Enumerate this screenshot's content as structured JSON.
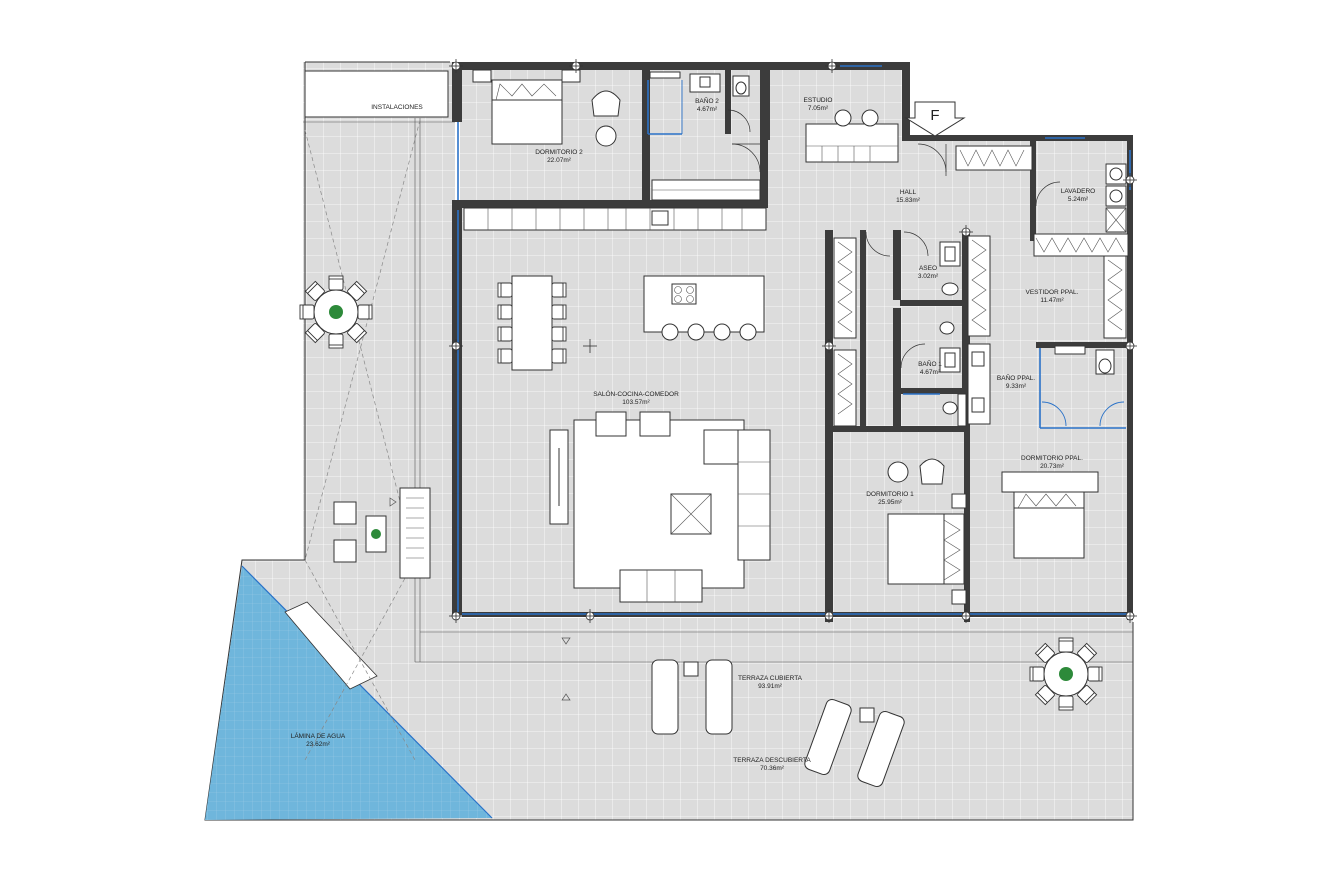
{
  "entry_marker": "F",
  "rooms": {
    "instalaciones": {
      "name": "INSTALACIONES"
    },
    "dormitorio2": {
      "name": "DORMITORIO 2",
      "area": "22.07m²"
    },
    "bano2": {
      "name": "BAÑO 2",
      "area": "4.67m²"
    },
    "estudio": {
      "name": "ESTUDIO",
      "area": "7.05m²"
    },
    "hall": {
      "name": "HALL",
      "area": "15.83m²"
    },
    "lavadero": {
      "name": "LAVADERO",
      "area": "5.24m²"
    },
    "aseo": {
      "name": "ASEO",
      "area": "3.02m²"
    },
    "vestidor": {
      "name": "VESTIDOR PPAL.",
      "area": "11.47m²"
    },
    "bano1": {
      "name": "BAÑO 1",
      "area": "4.67m²"
    },
    "banoppal": {
      "name": "BAÑO PPAL.",
      "area": "9.33m²"
    },
    "salon": {
      "name": "SALÓN-COCINA-COMEDOR",
      "area": "103.57m²"
    },
    "dormitorioppal": {
      "name": "DORMITORIO PPAL.",
      "area": "20.73m²"
    },
    "dormitorio1": {
      "name": "DORMITORIO 1",
      "area": "25.95m²"
    },
    "terraza_cubierta": {
      "name": "TERRAZA CUBIERTA",
      "area": "93.91m²"
    },
    "terraza_descubierta": {
      "name": "TERRAZA DESCUBIERTA",
      "area": "70.36m²"
    },
    "lamina": {
      "name": "LÁMINA DE AGUA",
      "area": "23.62m²"
    }
  },
  "colors": {
    "floor": "#dcdcdc",
    "wall": "#3c3c3c",
    "glass": "#2a72c8",
    "water": "#6fb6dc",
    "plant": "#2d8a3a"
  }
}
